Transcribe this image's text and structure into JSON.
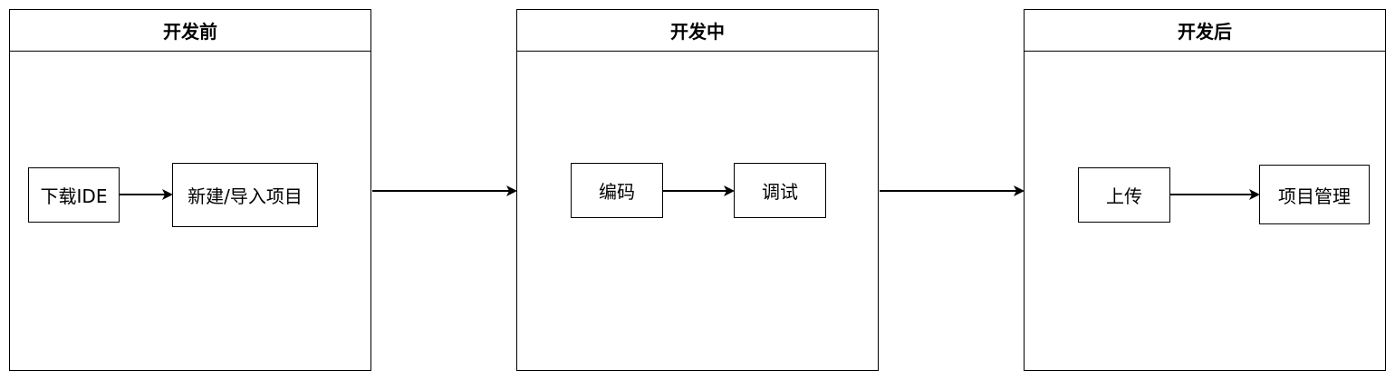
{
  "lanes": [
    {
      "title": "开发前"
    },
    {
      "title": "开发中"
    },
    {
      "title": "开发后"
    }
  ],
  "nodes": {
    "download_ide": "下载IDE",
    "new_import_project": "新建/导入项目",
    "coding": "编码",
    "debugging": "调试",
    "upload": "上传",
    "project_management": "项目管理"
  },
  "colors": {
    "stroke": "#000000",
    "background": "#ffffff"
  }
}
